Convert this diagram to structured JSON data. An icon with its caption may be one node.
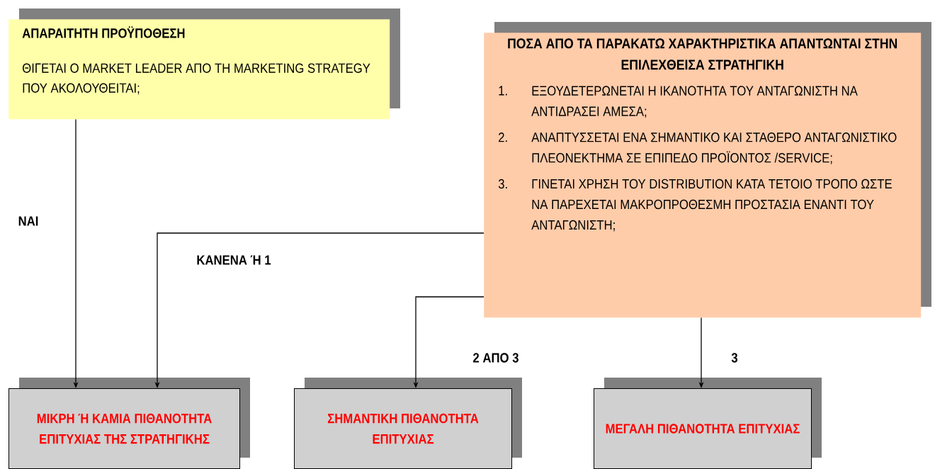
{
  "diagram": {
    "nodes": [
      {
        "text": [
          "ΑΠΑΡΑΙΤΗΤΗ ΠΡΟΫΠΟΘΕΣΗ",
          "ΘΙΓΕΤΑΙ Ο MARKET LEADER ΑΠΟ ΤΗ MARKETING STRATEGY ΠΟΥ ΑΚΟΛΟΥΘΕΙΤΑΙ;"
        ]
      },
      {
        "text": [
          "ΠΟΣΑ ΑΠΟ ΤΑ ΠΑΡΑΚΑΤΩ ΧΑΡΑΚΤΗΡΙΣΤΙΚΑ ΑΠΑΝΤΩΝΤΑΙ ΣΤΗΝ ΕΠΙΛΕΧΘΕΙΣΑ ΣΤΡΑΤΗΓΙΚΗ",
          "1.",
          "ΕΞΟΥΔΕΤΕΡΩΝΕΤΑΙ Η ΙΚΑΝΟΤΗΤΑ ΤΟΥ ΑΝΤΑΓΩΝΙΣΤΗ ΝΑ ΑΝΤΙΔΡΑΣΕΙ ΑΜΕΣΑ;",
          "2.",
          "ΑΝΑΠΤΥΣΣΕΤΑΙ ΕΝΑ ΣΗΜΑΝΤΙΚΟ ΚΑΙ ΣΤΑΘΕΡΟ ΑΝΤΑΓΩΝΙΣΤΙΚΟ ΠΛΕΟΝΕΚΤΗΜΑ ΣΕ ΕΠΙΠΕΔΟ ΠΡΟΪΟΝΤΟΣ /SERVICE;",
          "3.",
          "ΓΙΝΕΤΑΙ ΧΡΗΣΗ ΤΟΥ DISTRIBUTION ΚΑΤΑ ΤΕΤΟΙΟ ΤΡΟΠΟ ΩΣΤΕ ΝΑ ΠΑΡΕΧΕΤΑΙ ΜΑΚΡΟΠΡΟΘΕΣΜΗ ΠΡΟΣΤΑΣΙΑ ΕΝΑΝΤΙ ΤΟΥ ΑΝΤΑΓΩΝΙΣΤΗ;"
        ]
      },
      {
        "text": [
          "ΜΙΚΡΗ Ή ΚΑΜΙΑ ΠΙΘΑΝΟΤΗΤΑ ΕΠΙΤΥΧΙΑΣ ΤΗΣ ΣΤΡΑΤΗΓΙΚΗΣ"
        ]
      },
      {
        "text": [
          "ΣΗΜΑΝΤΙΚΗ ΠΙΘΑΝΟΤΗΤΑ ΕΠΙΤΥΧΙΑΣ"
        ]
      },
      {
        "text": [
          "ΜΕΓΑΛΗ ΠΙΘΑΝΟΤΗΤΑ ΕΠΙΤΥΧΙΑΣ"
        ]
      }
    ],
    "edges": [
      {
        "from": 0,
        "to": 2,
        "arrow": "to",
        "label": "ΝΑΙ"
      },
      {
        "from": 1,
        "to": 2,
        "arrow": "to",
        "label": "ΚΑΝΕΝΑ Ή 1"
      },
      {
        "from": 1,
        "to": 3,
        "arrow": "to",
        "label": "2 ΑΠΟ 3"
      },
      {
        "from": 1,
        "to": 4,
        "arrow": "to",
        "label": "3"
      }
    ]
  }
}
